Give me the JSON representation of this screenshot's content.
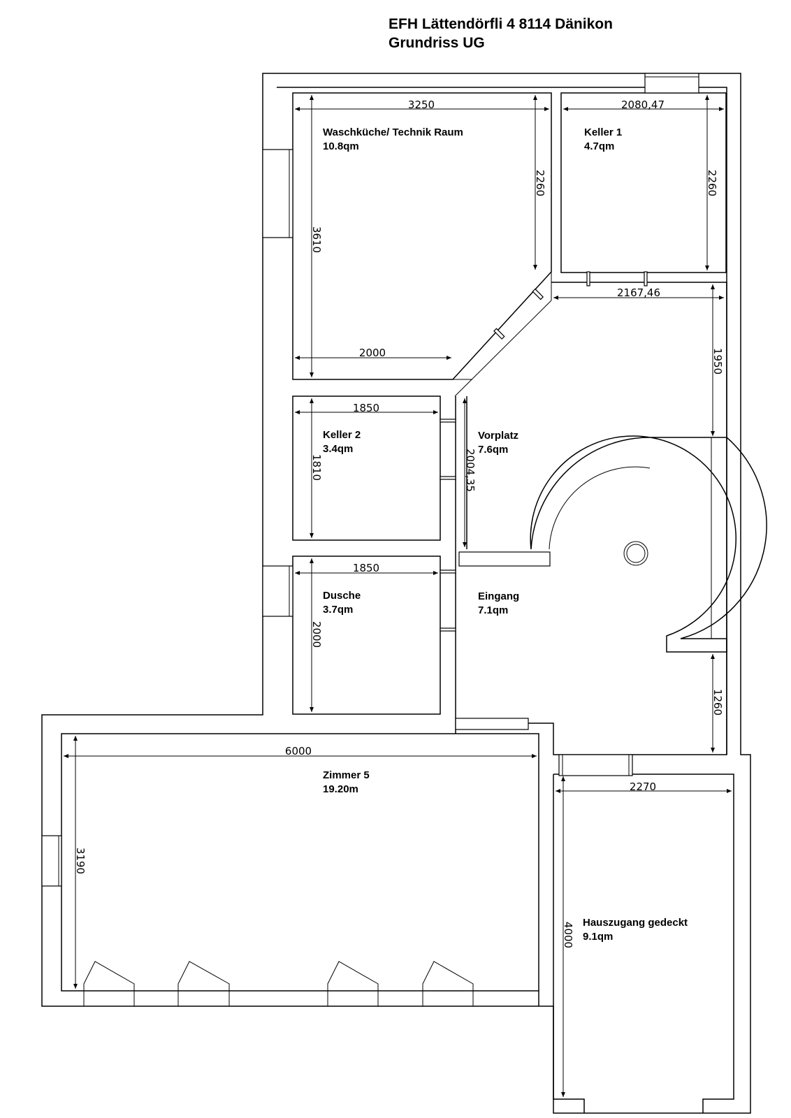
{
  "title": {
    "line1": "EFH Lättendörfli 4 8114 Dänikon",
    "line2": "Grundriss UG"
  },
  "rooms": {
    "waschkueche": {
      "name": "Waschküche/ Technik Raum",
      "area": "10.8qm"
    },
    "keller1": {
      "name": "Keller 1",
      "area": "4.7qm"
    },
    "keller2": {
      "name": "Keller 2",
      "area": "3.4qm"
    },
    "vorplatz": {
      "name": "Vorplatz",
      "area": "7.6qm"
    },
    "dusche": {
      "name": "Dusche",
      "area": "3.7qm"
    },
    "eingang": {
      "name": "Eingang",
      "area": "7.1qm"
    },
    "zimmer5": {
      "name": "Zimmer 5",
      "area": "19.20m"
    },
    "hauszugang": {
      "name": "Hauszugang gedeckt",
      "area": "9.1qm"
    }
  },
  "dimensions": {
    "wk_width": "3250",
    "wk_height": "3610",
    "wk_right": "2260",
    "wk_bottom": "2000",
    "k1_width": "2080,47",
    "k1_height": "2260",
    "vp_top": "2167,46",
    "vp_right": "1950",
    "vp_left": "2004,35",
    "k2_width": "1850",
    "k2_height": "1810",
    "du_width": "1850",
    "du_height": "2000",
    "eg_right": "1260",
    "z5_width": "6000",
    "z5_height": "3190",
    "hz_width": "2270",
    "hz_height": "4000"
  }
}
